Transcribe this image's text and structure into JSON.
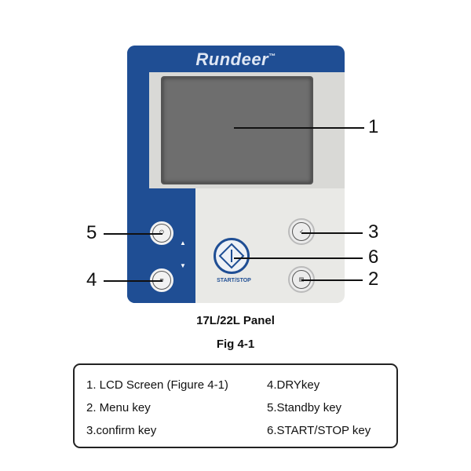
{
  "panel": {
    "brand": "Rundeer",
    "brand_tm": "™",
    "startstop_label": "START/STOP"
  },
  "callouts": [
    "1",
    "2",
    "3",
    "4",
    "5",
    "6"
  ],
  "captions": {
    "panel": "17L/22L Panel",
    "figure": "Fig 4-1"
  },
  "legend": [
    "1. LCD Screen (Figure 4-1)",
    "2. Menu key",
    "3.confirm key",
    "4.DRYkey",
    "5.Standby key",
    "6.START/STOP key"
  ],
  "colors": {
    "panel_blue": "#1f4e94",
    "panel_gray": "#e9e9e6",
    "lcd": "#6e6e6e"
  }
}
